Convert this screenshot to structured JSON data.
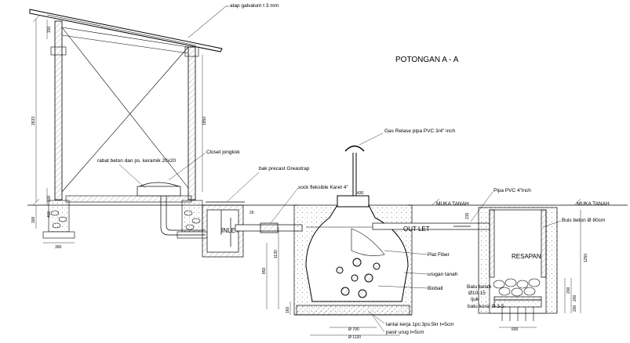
{
  "title": "POTONGAN A - A",
  "labels": {
    "roof": "atap galvalum t 3 mm",
    "gas_release": "Gas Relase pipa PVC 3/4\" inch",
    "closet": "Closet jongkok",
    "rabat": "rabat beton dan ps. keramik 20x20",
    "greastrap": "bak precast Greastrap",
    "sock": "sock fleksible Karet 4\"",
    "pipa_pvc": "Pipa PVC 4\"inch",
    "muka_tanah_1": "MUKA TANAH",
    "muka_tanah_2": "MUKA TANAH",
    "buis_beton": "Buis beton Ø 80cm",
    "inlet": "INLET",
    "outlet": "OUT LET",
    "plat_fiber": "Plat Fiber",
    "urugan": "urugan tanah",
    "bioball": "Bioball",
    "resapan": "RESAPAN",
    "batu_belah": "Batu belah",
    "batu_belah_size": "Ø10-15",
    "ijuk": "Ijuk",
    "batu_koral": "batu koral Ø 3-5",
    "lantai_kerja": "lantai kerja 1pc:3ps:5kr t=5cm",
    "pasir_urug": "pasir urug t=5cm",
    "dia_700": "Ø 700",
    "dia_1120": "Ø 1120"
  },
  "dimensions": {
    "d150": "150",
    "d2633": "2633",
    "d1850": "1850",
    "d100": "100",
    "d400": "400",
    "d300_left": "300",
    "d300_bottom": "300",
    "d430": "430",
    "d20": "20",
    "d1130": "1130",
    "d850": "850",
    "d160": "160",
    "d215": "215",
    "d1250": "1250",
    "d600": "600",
    "d200a": "200",
    "d200b": "200",
    "d200c": "200"
  }
}
